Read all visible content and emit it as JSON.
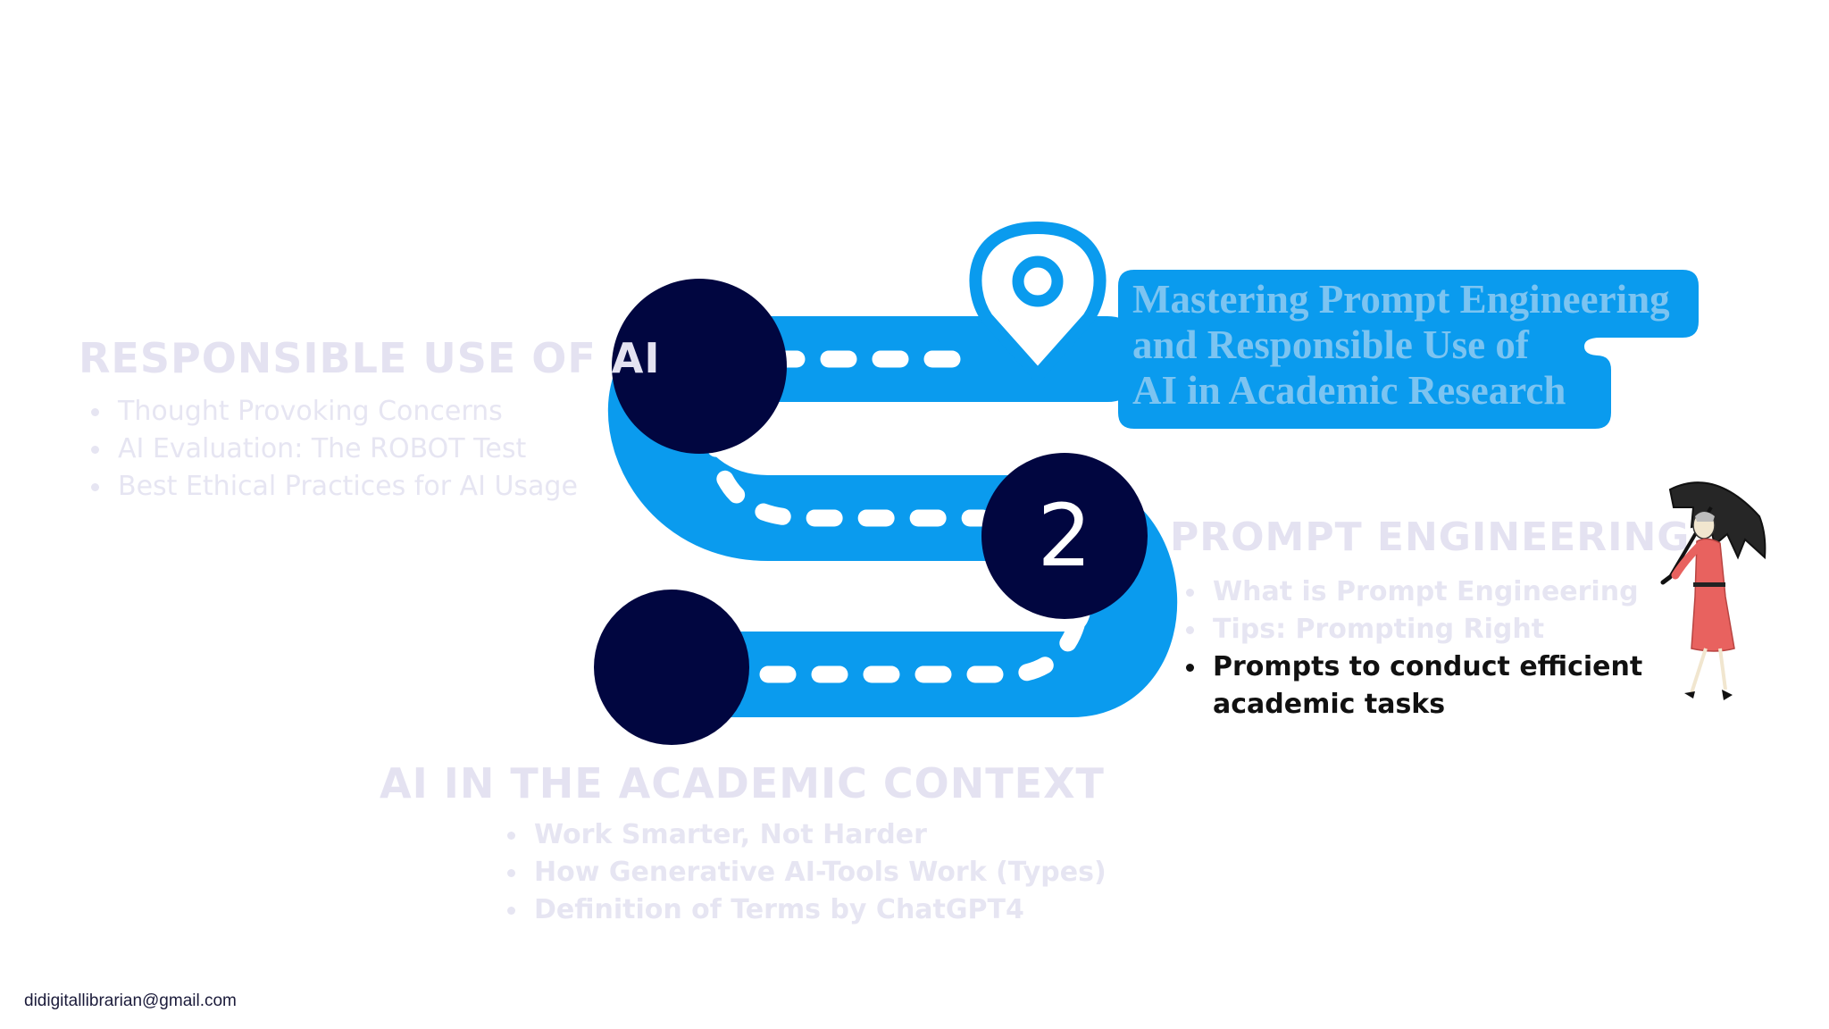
{
  "banner": {
    "title": "Mastering Prompt Engineering\n and Responsible Use of\nAI in Academic Research"
  },
  "roadmap": {
    "current_step": "2",
    "colors": {
      "road": "#0a9bee",
      "node": "#010640",
      "dash": "#ffffff",
      "text_faded": "#e4e2f1",
      "text_active": "#111111"
    },
    "icons": [
      "location-pin-icon",
      "walking-woman-umbrella-icon"
    ]
  },
  "sections": {
    "responsible": {
      "title": "RESPONSIBLE USE OF AI",
      "items": [
        "Thought Provoking Concerns",
        "AI Evaluation: The ROBOT Test",
        "Best Ethical Practices for AI Usage"
      ]
    },
    "prompt": {
      "title": "PROMPT ENGINEERING",
      "items": [
        "What is Prompt Engineering",
        "Tips: Prompting Right",
        "Prompts to conduct efficient",
        "academic tasks"
      ]
    },
    "academic": {
      "title": "AI IN THE ACADEMIC CONTEXT",
      "items": [
        "Work Smarter, Not Harder",
        "How Generative AI-Tools Work (Types)",
        "Definition of Terms by ChatGPT4"
      ]
    }
  },
  "footer": {
    "email": "didigitallibrarian@gmail.com"
  }
}
